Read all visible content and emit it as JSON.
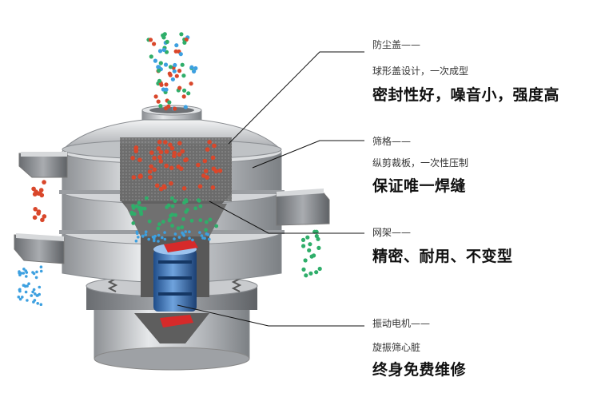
{
  "callouts": [
    {
      "title": "防尘盖——",
      "subtitle": "球形盖设计，一次成型",
      "feature": "密封性好，噪音小，强度高"
    },
    {
      "title": "筛格——",
      "subtitle": "纵剪裁板，一次性压制",
      "feature": "保证唯一焊缝"
    },
    {
      "title": "网架——",
      "feature": "精密、耐用、不变型"
    },
    {
      "title": "振动电机——",
      "subtitle": "旋振筛心脏",
      "feature": "终身免费维修"
    }
  ],
  "colors": {
    "particle_red": "#d9472b",
    "particle_green": "#2fae6a",
    "particle_blue": "#3da0e0",
    "motor_blue": "#2f6fb8",
    "accent_red": "#d62a2a",
    "steel": "#c8cacd"
  }
}
